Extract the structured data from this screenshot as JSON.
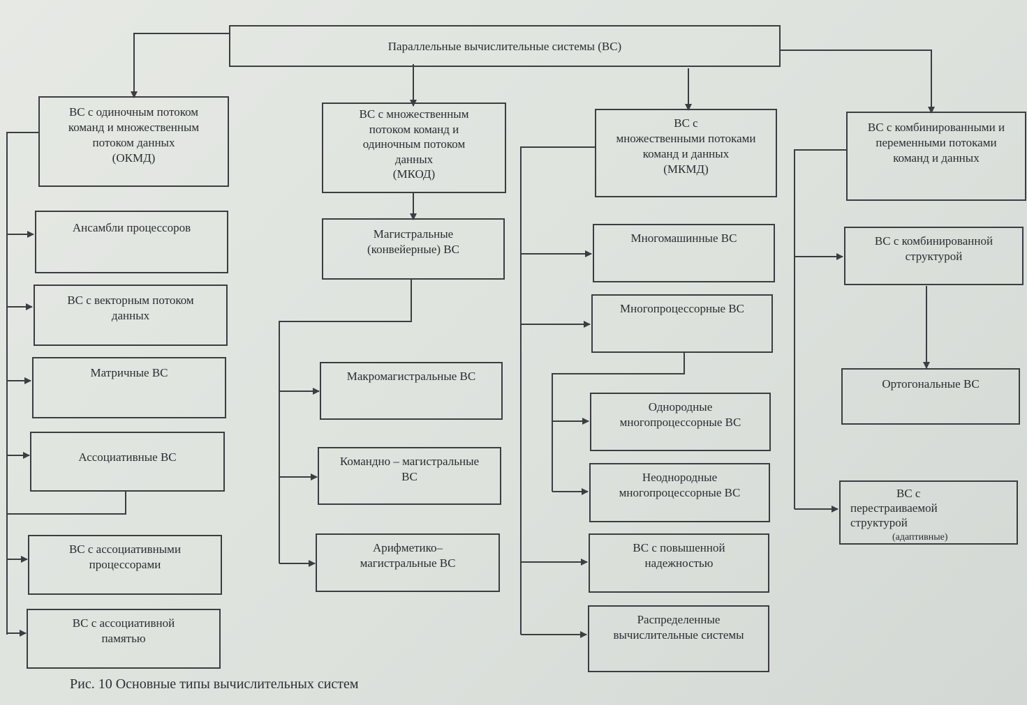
{
  "root": {
    "label": "Параллельные вычислительные системы (ВС)"
  },
  "groups": {
    "okmd": {
      "lines": [
        "ВС с одиночным потоком",
        "команд и множественным",
        "потоком данных",
        "(ОКМД)"
      ]
    },
    "mkod": {
      "lines": [
        "ВС с множественным",
        "потоком команд и",
        "одиночным потоком",
        "данных",
        "(МКОД)"
      ]
    },
    "mkmd": {
      "lines": [
        "ВС с",
        "множественными потоками",
        "команд и данных",
        "(МКМД)"
      ]
    },
    "comb": {
      "lines": [
        "ВС с комбинированными и",
        "переменными потоками",
        "команд и данных"
      ]
    }
  },
  "okmd_items": [
    {
      "lines": [
        "Ансамбли процессоров"
      ]
    },
    {
      "lines": [
        "ВС с векторным потоком",
        "данных"
      ]
    },
    {
      "lines": [
        "Матричные ВС"
      ]
    },
    {
      "lines": [
        "Ассоциативные ВС"
      ]
    },
    {
      "lines": [
        "ВС с ассоциативными",
        "процессорами"
      ]
    },
    {
      "lines": [
        "ВС с ассоциативной",
        "памятью"
      ]
    }
  ],
  "mkod_items": {
    "main": {
      "lines": [
        "Магистральные",
        "(конвейерные) ВС"
      ]
    },
    "sub": [
      {
        "lines": [
          "Макромагистральные ВС"
        ]
      },
      {
        "lines": [
          "Командно – магистральные",
          "ВС"
        ]
      },
      {
        "lines": [
          "Арифметико–",
          "магистральные ВС"
        ]
      }
    ]
  },
  "mkmd_items": [
    {
      "lines": [
        "Многомашинные ВС"
      ]
    },
    {
      "lines": [
        "Многопроцессорные ВС"
      ]
    },
    {
      "lines": [
        "Однородные",
        "многопроцессорные ВС"
      ]
    },
    {
      "lines": [
        "Неоднородные",
        "многопроцессорные ВС"
      ]
    },
    {
      "lines": [
        "ВС с повышенной",
        "надежностью"
      ]
    },
    {
      "lines": [
        "Распределенные",
        "вычислительные системы"
      ]
    }
  ],
  "comb_items": [
    {
      "lines": [
        "ВС с комбинированной",
        "структурой"
      ]
    },
    {
      "lines": [
        "Ортогональные ВС"
      ]
    },
    {
      "lines": [
        "ВС с",
        "перестраиваемой",
        "структурой",
        "(адаптивные)"
      ]
    }
  ],
  "caption": "Рис. 10 Основные типы вычислительных систем",
  "colors": {
    "line": "#3b3d42",
    "paper": "#dfe3df",
    "text": "#2a2c30"
  }
}
